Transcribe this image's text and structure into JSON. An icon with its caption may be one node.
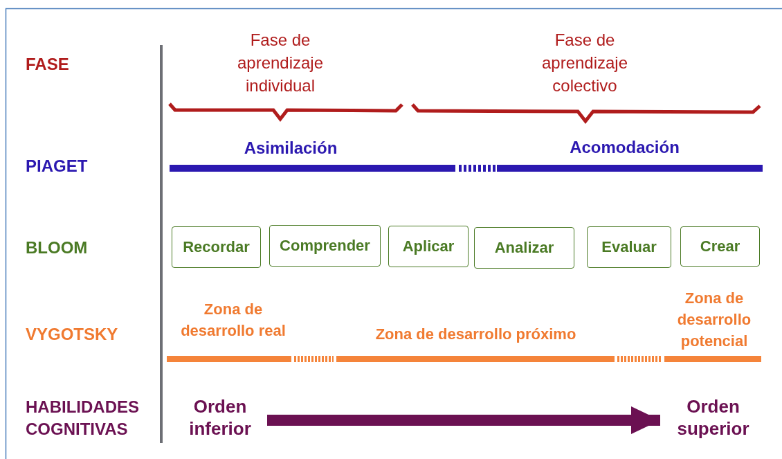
{
  "diagram": {
    "nodes": [
      {
        "text": [
          "Recordar"
        ]
      },
      {
        "text": [
          "Comprender"
        ]
      },
      {
        "text": [
          "Aplicar"
        ]
      },
      {
        "text": [
          "Analizar"
        ]
      },
      {
        "text": [
          "Evaluar"
        ]
      },
      {
        "text": [
          "Crear"
        ]
      },
      {
        "text": [
          "Orden inferior"
        ]
      },
      {
        "text": [
          "Orden superior"
        ]
      }
    ],
    "edges": [
      {
        "from": 6,
        "to": 7,
        "arrow": "to"
      }
    ],
    "labels": [
      "Fase de aprendizaje individual",
      "Fase de aprendizaje colectivo",
      "FASE",
      "Asimilación",
      "Acomodación",
      "PIAGET",
      "BLOOM",
      "Zona de desarrollo potencial",
      "Zona de desarrollo real",
      "VYGOTSKY",
      "Zona de desarrollo próximo",
      "HABILIDADES COGNITIVAS"
    ]
  }
}
